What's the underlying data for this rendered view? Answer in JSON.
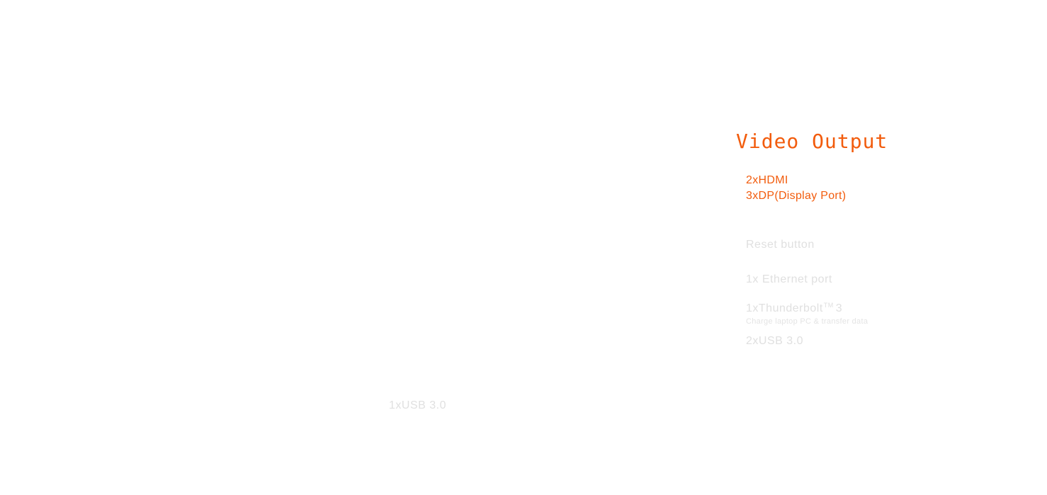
{
  "video_output": {
    "title": "Video Output",
    "ports": [
      "2xHDMI",
      "3xDP(Display Port)"
    ]
  },
  "ports": {
    "reset": "Reset button",
    "ethernet": "1x Ethernet port",
    "thunderbolt": {
      "label": "1xThunderbolt",
      "superscript": "TM",
      "version": "3",
      "caption": "Charge laptop PC & transfer data"
    },
    "usb_right": "2xUSB 3.0",
    "usb_left": "1xUSB 3.0"
  },
  "colors": {
    "accent": "#f25c0d",
    "faded_text": "#e0e0e0",
    "background": "#ffffff"
  }
}
